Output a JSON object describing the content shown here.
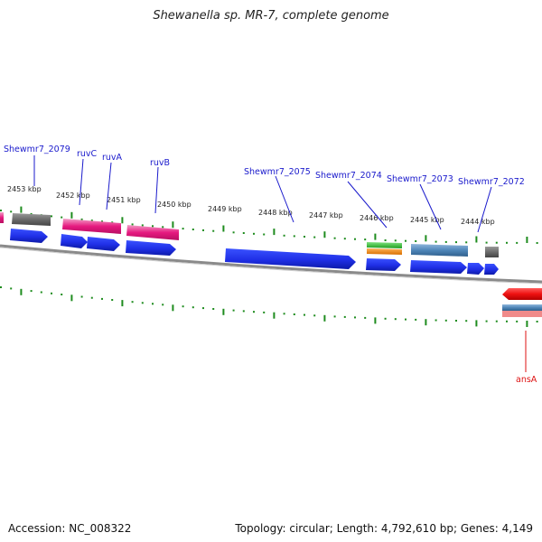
{
  "title": "Shewanella sp. MR-7, complete genome",
  "footer": {
    "accession": "Accession: NC_008322",
    "summary": "Topology: circular; Length: 4,792,610 bp; Genes: 4,149"
  },
  "colors": {
    "blue_arrow": "#1f2fe6",
    "pink_gene": "#e6197f",
    "gray_gene": "#707070",
    "red_arrow": "#ee1111",
    "steelblue_gene": "#4f86b8",
    "green_gene": "#2fc42f",
    "orange_gene": "#ee8a14",
    "tick_green": "#1e8c1e",
    "backbone": "#8a8a8a",
    "label_blue": "#1a1acc",
    "label_red": "#dd1111"
  },
  "scale_labels": [
    "2453 kbp",
    "2452 kbp",
    "2451 kbp",
    "2450 kbp",
    "2449 kbp",
    "2448 kbp",
    "2447 kbp",
    "2446 kbp",
    "2445 kbp",
    "2444 kbp"
  ],
  "gene_labels": [
    {
      "text": "Shewmr7_2079",
      "strand": "forward"
    },
    {
      "text": "ruvC",
      "strand": "forward"
    },
    {
      "text": "ruvA",
      "strand": "forward"
    },
    {
      "text": "ruvB",
      "strand": "forward"
    },
    {
      "text": "Shewmr7_2075",
      "strand": "forward"
    },
    {
      "text": "Shewmr7_2074",
      "strand": "forward"
    },
    {
      "text": "Shewmr7_2073",
      "strand": "forward"
    },
    {
      "text": "Shewmr7_2072",
      "strand": "forward"
    },
    {
      "text": "ansA",
      "strand": "reverse"
    }
  ]
}
